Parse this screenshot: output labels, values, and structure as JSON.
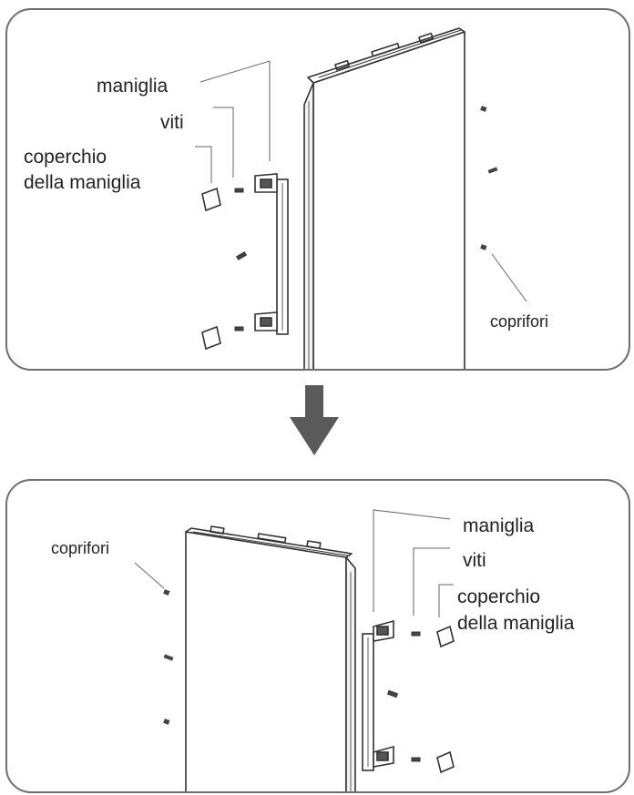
{
  "top_panel": {
    "labels": {
      "handle": "maniglia",
      "screws": "viti",
      "cover_line1": "coperchio",
      "cover_line2": "della maniglia",
      "hole_covers": "coprifori"
    }
  },
  "bottom_panel": {
    "labels": {
      "handle": "maniglia",
      "screws": "viti",
      "cover_line1": "coperchio",
      "cover_line2": "della maniglia",
      "hole_covers": "coprifori"
    }
  },
  "colors": {
    "outline": "#6e6e6e",
    "line_art": "#333333",
    "arrow": "#5a5a5a",
    "text": "#222222"
  }
}
